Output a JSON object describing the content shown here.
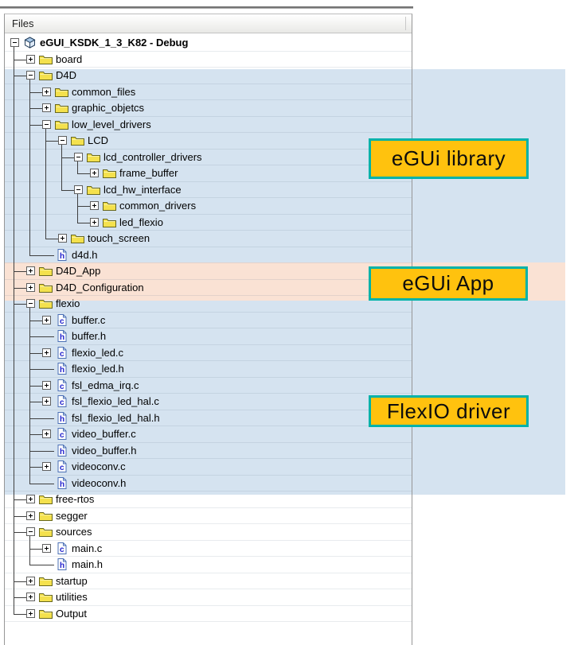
{
  "window": {
    "title_column": "Files"
  },
  "colors": {
    "highlight_blue": "#d5e3f0",
    "highlight_pink": "#fae2d4",
    "callout_fill": "#ffc20e",
    "callout_border": "#00b2a9",
    "folder_yellow": "#f4e14d",
    "folder_outline": "#67671f",
    "file_outline_blue": "#4a6fb5",
    "file_letter_blue": "#2020cc",
    "tree_line": "#3f3f3f"
  },
  "callouts": [
    {
      "text": "eGUi library"
    },
    {
      "text": "eGUi App"
    },
    {
      "text": "FlexIO driver"
    }
  ],
  "tree": [
    {
      "label": "eGUI_KSDK_1_3_K82 - Debug",
      "prefix": [],
      "marker": "minus",
      "icon": "project",
      "bold": true
    },
    {
      "label": "board",
      "prefix": [
        "t"
      ],
      "marker": "plus",
      "icon": "folder",
      "bold": false
    },
    {
      "label": "D4D",
      "prefix": [
        "t"
      ],
      "marker": "minus",
      "icon": "folder",
      "bold": false
    },
    {
      "label": "common_files",
      "prefix": [
        "v",
        "t"
      ],
      "marker": "plus",
      "icon": "folder",
      "bold": false
    },
    {
      "label": "graphic_objetcs",
      "prefix": [
        "v",
        "t"
      ],
      "marker": "plus",
      "icon": "folder",
      "bold": false
    },
    {
      "label": "low_level_drivers",
      "prefix": [
        "v",
        "t"
      ],
      "marker": "minus",
      "icon": "folder",
      "bold": false
    },
    {
      "label": "LCD",
      "prefix": [
        "v",
        "v",
        "t"
      ],
      "marker": "minus",
      "icon": "folder",
      "bold": false
    },
    {
      "label": "lcd_controller_drivers",
      "prefix": [
        "v",
        "v",
        "v",
        "t"
      ],
      "marker": "minus",
      "icon": "folder",
      "bold": false
    },
    {
      "label": "frame_buffer",
      "prefix": [
        "v",
        "v",
        "v",
        "v",
        "l"
      ],
      "marker": "plus",
      "icon": "folder",
      "bold": false
    },
    {
      "label": "lcd_hw_interface",
      "prefix": [
        "v",
        "v",
        "v",
        "l"
      ],
      "marker": "minus",
      "icon": "folder",
      "bold": false
    },
    {
      "label": "common_drivers",
      "prefix": [
        "v",
        "v",
        "v",
        "b",
        "t"
      ],
      "marker": "plus",
      "icon": "folder",
      "bold": false
    },
    {
      "label": "led_flexio",
      "prefix": [
        "v",
        "v",
        "v",
        "b",
        "l"
      ],
      "marker": "plus",
      "icon": "folder",
      "bold": false
    },
    {
      "label": "touch_screen",
      "prefix": [
        "v",
        "v",
        "l"
      ],
      "marker": "plus",
      "icon": "folder",
      "bold": false
    },
    {
      "label": "d4d.h",
      "prefix": [
        "v",
        "l"
      ],
      "marker": "none",
      "icon": "hfile",
      "bold": false
    },
    {
      "label": "D4D_App",
      "prefix": [
        "t"
      ],
      "marker": "plus",
      "icon": "folder",
      "bold": false
    },
    {
      "label": "D4D_Configuration",
      "prefix": [
        "t"
      ],
      "marker": "plus",
      "icon": "folder",
      "bold": false
    },
    {
      "label": "flexio",
      "prefix": [
        "t"
      ],
      "marker": "minus",
      "icon": "folder",
      "bold": false
    },
    {
      "label": "buffer.c",
      "prefix": [
        "v",
        "t"
      ],
      "marker": "plus",
      "icon": "cfile",
      "bold": false
    },
    {
      "label": "buffer.h",
      "prefix": [
        "v",
        "t"
      ],
      "marker": "none",
      "icon": "hfile",
      "bold": false
    },
    {
      "label": "flexio_led.c",
      "prefix": [
        "v",
        "t"
      ],
      "marker": "plus",
      "icon": "cfile",
      "bold": false
    },
    {
      "label": "flexio_led.h",
      "prefix": [
        "v",
        "t"
      ],
      "marker": "none",
      "icon": "hfile",
      "bold": false
    },
    {
      "label": "fsl_edma_irq.c",
      "prefix": [
        "v",
        "t"
      ],
      "marker": "plus",
      "icon": "cfile",
      "bold": false
    },
    {
      "label": "fsl_flexio_led_hal.c",
      "prefix": [
        "v",
        "t"
      ],
      "marker": "plus",
      "icon": "cfile",
      "bold": false
    },
    {
      "label": "fsl_flexio_led_hal.h",
      "prefix": [
        "v",
        "t"
      ],
      "marker": "none",
      "icon": "hfile",
      "bold": false
    },
    {
      "label": "video_buffer.c",
      "prefix": [
        "v",
        "t"
      ],
      "marker": "plus",
      "icon": "cfile",
      "bold": false
    },
    {
      "label": "video_buffer.h",
      "prefix": [
        "v",
        "t"
      ],
      "marker": "none",
      "icon": "hfile",
      "bold": false
    },
    {
      "label": "videoconv.c",
      "prefix": [
        "v",
        "t"
      ],
      "marker": "plus",
      "icon": "cfile",
      "bold": false
    },
    {
      "label": "videoconv.h",
      "prefix": [
        "v",
        "l"
      ],
      "marker": "none",
      "icon": "hfile",
      "bold": false
    },
    {
      "label": "free-rtos",
      "prefix": [
        "t"
      ],
      "marker": "plus",
      "icon": "folder",
      "bold": false
    },
    {
      "label": "segger",
      "prefix": [
        "t"
      ],
      "marker": "plus",
      "icon": "folder",
      "bold": false
    },
    {
      "label": "sources",
      "prefix": [
        "t"
      ],
      "marker": "minus",
      "icon": "folder",
      "bold": false
    },
    {
      "label": "main.c",
      "prefix": [
        "v",
        "t"
      ],
      "marker": "plus",
      "icon": "cfile",
      "bold": false
    },
    {
      "label": "main.h",
      "prefix": [
        "v",
        "l"
      ],
      "marker": "none",
      "icon": "hfile",
      "bold": false
    },
    {
      "label": "startup",
      "prefix": [
        "t"
      ],
      "marker": "plus",
      "icon": "folder",
      "bold": false
    },
    {
      "label": "utilities",
      "prefix": [
        "t"
      ],
      "marker": "plus",
      "icon": "folder",
      "bold": false
    },
    {
      "label": "Output",
      "prefix": [
        "l"
      ],
      "marker": "plus",
      "icon": "folder",
      "bold": false
    }
  ]
}
